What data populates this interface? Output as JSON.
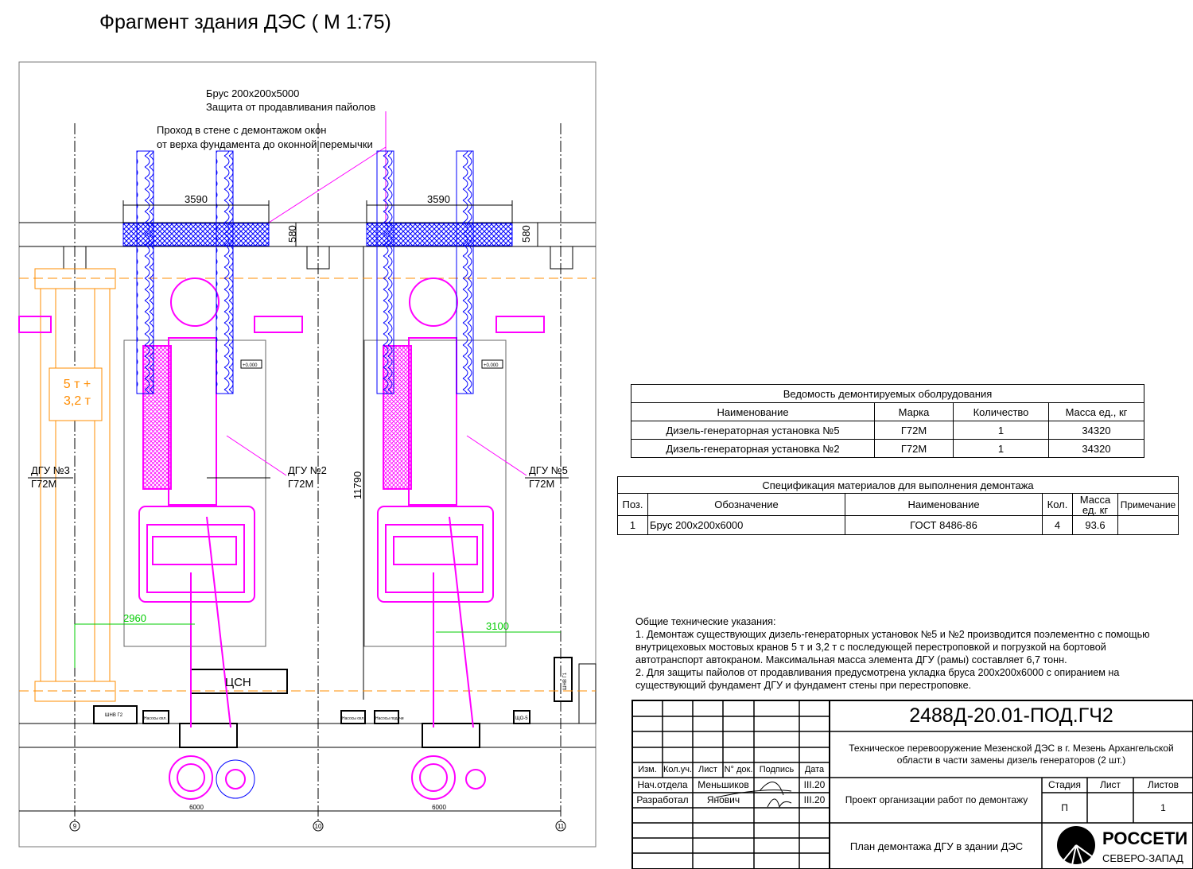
{
  "title": "Фрагмент здания ДЭС ( М 1:75)",
  "drawing": {
    "callout1": [
      "Брус 200х200х5000",
      "Защита от продавливания пайолов"
    ],
    "callout2": [
      "Проход в стене с демонтажом окон",
      "от верха фундамента до оконной перемычки"
    ],
    "dims": {
      "width_left": "3590",
      "width_right": "3590",
      "wall_left": "580",
      "wall_right": "580",
      "height": "11790",
      "gap_left": "2960",
      "gap_right": "3100",
      "bay_left": "6000",
      "bay_right": "6000"
    },
    "crane": [
      "5 т +",
      "3,2 т"
    ],
    "units": [
      {
        "name": "ДГУ №3",
        "model": "Г72М"
      },
      {
        "name": "ДГУ №2",
        "model": "Г72М"
      },
      {
        "name": "ДГУ №5",
        "model": "Г72М"
      }
    ],
    "level": "+0.000",
    "equipment": {
      "tsn": "ЦСН",
      "shnv2": "ШНВ Г2",
      "pumps1": "Насосы охл.",
      "pumps2": "Насосы охл.",
      "pumps3": "Насосы подачи",
      "shch": "ЩО-5",
      "shnv1": "ШНВ Г1"
    },
    "axes": [
      "9",
      "10",
      "11"
    ]
  },
  "table1": {
    "title": "Ведомость демонтируемых оболрудования",
    "headers": [
      "Наименование",
      "Марка",
      "Количество",
      "Масса ед., кг"
    ],
    "rows": [
      [
        "Дизель-генераторная установка №5",
        "Г72М",
        "1",
        "34320"
      ],
      [
        "Дизель-генераторная установка №2",
        "Г72М",
        "1",
        "34320"
      ]
    ]
  },
  "table2": {
    "title": "Спецификация материалов для выполнения демонтажа",
    "headers": [
      "Поз.",
      "Обозначение",
      "Наименование",
      "Кол.",
      "Масса ед. кг",
      "Примечание"
    ],
    "rows": [
      [
        "1",
        "Брус 200х200х6000",
        "ГОСТ 8486-86",
        "4",
        "93.6",
        ""
      ]
    ]
  },
  "notes": {
    "heading": "Общие технические указания:",
    "items": [
      "1. Демонтаж существующих дизель-генераторных установок №5 и №2 производится поэлементно с помощью внутрицеховых мостовых кранов 5 т и 3,2 т с последующей перестроповкой и погрузкой на бортовой автотранспорт автокраном. Максимальная масса элемента ДГУ (рамы) составляет 6,7 тонн.",
      "2. Для защиты пайолов от продавливания предусмотрена укладка бруса 200х200х6000 с опиранием на существующий фундамент ДГУ и фундамент стены при перестроповке."
    ]
  },
  "titleblock": {
    "code": "2488Д-20.01-ПОД.ГЧ2",
    "project": "Техническое перевооружение Мезенской ДЭС в г. Мезень Архангельской области в части замены дизель генераторов (2 шт.)",
    "headers": [
      "Изм.",
      "Кол.уч.",
      "Лист",
      "N° док.",
      "Подпись",
      "Дата"
    ],
    "people": [
      {
        "role": "Нач.отдела",
        "name": "Меньшиков",
        "date": "III.20"
      },
      {
        "role": "Разработал",
        "name": "Янович",
        "date": "III.20"
      }
    ],
    "doc": "Проект организации работ по демонтажу",
    "stage_label": "Стадия",
    "sheet_label": "Лист",
    "sheets_label": "Листов",
    "stage": "П",
    "sheet": "",
    "sheets": "1",
    "sheet_name": "План демонтажа ДГУ в здании ДЭС",
    "logo": [
      "РОССЕТИ",
      "СЕВЕРО-ЗАПАД"
    ]
  },
  "colors": {
    "equipment": "#ff00ff",
    "beam": "#0000ff",
    "crane": "#ff8c00",
    "dim": "#00cc00"
  }
}
